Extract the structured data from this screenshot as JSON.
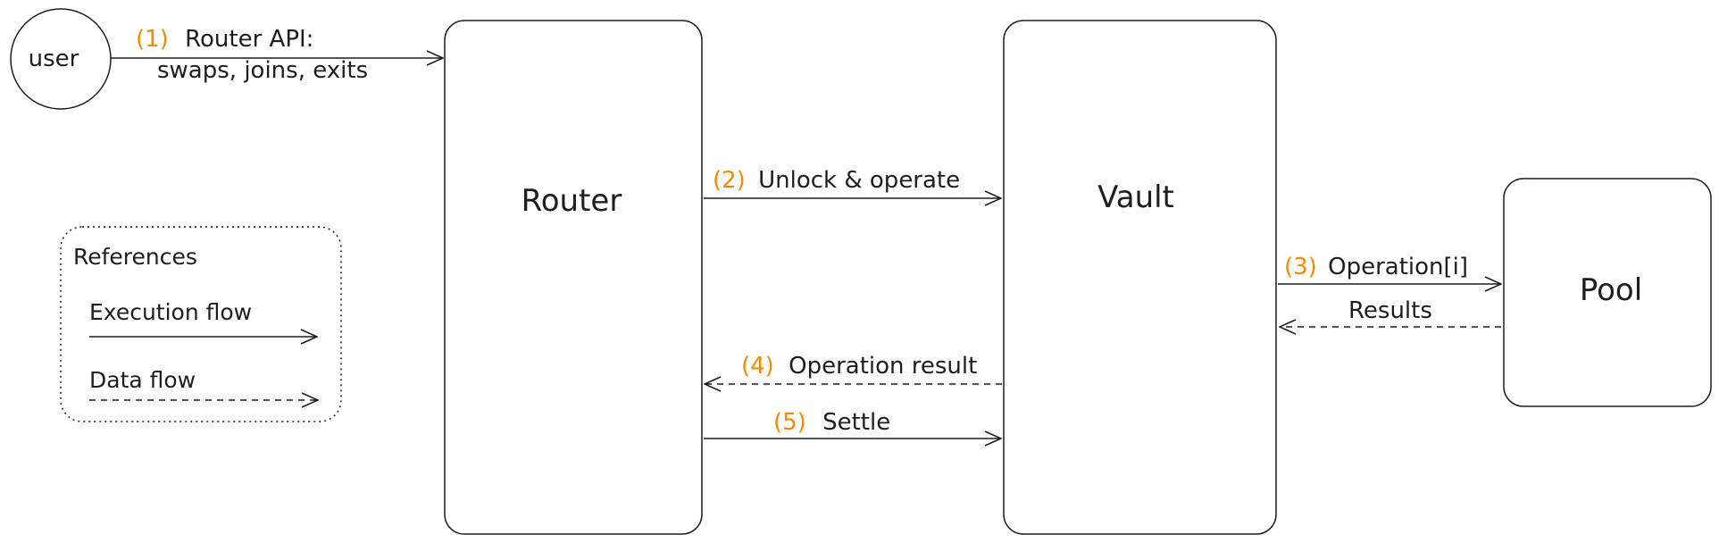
{
  "nodes": {
    "user": "user",
    "router": "Router",
    "vault": "Vault",
    "pool": "Pool"
  },
  "edges": [
    {
      "num": "(1)",
      "label_line1": "Router API:",
      "label_line2": "swaps, joins, exits",
      "style": "solid"
    },
    {
      "num": "(2)",
      "label": "Unlock & operate",
      "style": "solid"
    },
    {
      "num": "(3)",
      "label": "Operation[i]",
      "style": "solid"
    },
    {
      "num": "",
      "label": "Results",
      "style": "dashed"
    },
    {
      "num": "(4)",
      "label": "Operation result",
      "style": "dashed"
    },
    {
      "num": "(5)",
      "label": "Settle",
      "style": "solid"
    }
  ],
  "legend": {
    "title": "References",
    "execution": "Execution flow",
    "data": "Data flow"
  },
  "colors": {
    "stroke": "#1e1e1e",
    "step_number": "#f08c00",
    "background": "#ffffff"
  }
}
